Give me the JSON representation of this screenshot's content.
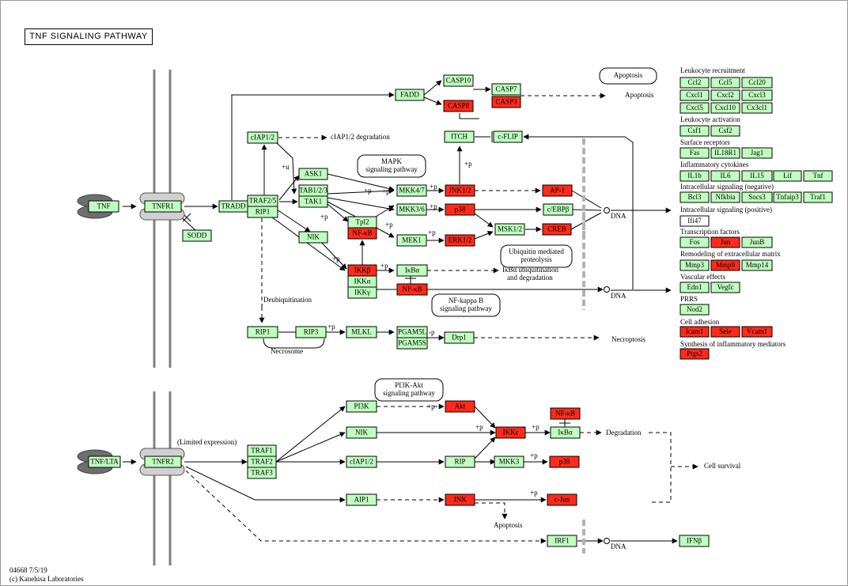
{
  "title": "TNF SIGNALING PATHWAY",
  "credits": {
    "line1": "04668 7/5/19",
    "line2": "(c) Kanehisa Laboratories"
  },
  "colors": {
    "gene": "#bfffbf",
    "highlight": "#ff2a1a",
    "membrane": "#808080",
    "dashed_barrier": "#b3b3b3"
  },
  "genes": {
    "TNF": {
      "label": "TNF",
      "state": "normal"
    },
    "TNFR1": {
      "label": "TNFR1",
      "state": "normal"
    },
    "SODD": {
      "label": "SODD",
      "state": "normal"
    },
    "TRADD": {
      "label": "TRADD",
      "state": "normal"
    },
    "TRAF2_5": {
      "label": "TRAF2/5",
      "state": "normal"
    },
    "RIP1": {
      "label": "RIP1",
      "state": "normal"
    },
    "cIAP1_2_top": {
      "label": "cIAP1/2",
      "state": "normal"
    },
    "FADD": {
      "label": "FADD",
      "state": "normal"
    },
    "CASP10": {
      "label": "CASP10",
      "state": "normal"
    },
    "CASP8": {
      "label": "CASP8",
      "state": "highlight"
    },
    "CASP7": {
      "label": "CASP7",
      "state": "normal"
    },
    "CASP3": {
      "label": "CASP3",
      "state": "highlight"
    },
    "ITCH": {
      "label": "ITCH",
      "state": "normal"
    },
    "cFLIP": {
      "label": "c-FLIP",
      "state": "normal"
    },
    "ASK1": {
      "label": "ASK1",
      "state": "normal"
    },
    "TAB1_2_3": {
      "label": "TAB1/2/3",
      "state": "normal"
    },
    "TAK1": {
      "label": "TAK1",
      "state": "normal"
    },
    "NIK_top": {
      "label": "NIK",
      "state": "normal"
    },
    "Tpl2": {
      "label": "Tpl2",
      "state": "normal"
    },
    "NFkB_top": {
      "label": "NF-κB",
      "state": "highlight"
    },
    "MKK4_7": {
      "label": "MKK4/7",
      "state": "normal"
    },
    "MKK3_6": {
      "label": "MKK3/6",
      "state": "normal"
    },
    "MEK1": {
      "label": "MEK1",
      "state": "normal"
    },
    "JNK1_2": {
      "label": "JNK1/2",
      "state": "highlight"
    },
    "p38_top": {
      "label": "p38",
      "state": "highlight"
    },
    "ERK1_2": {
      "label": "ERK1/2",
      "state": "highlight"
    },
    "AP1": {
      "label": "AP-1",
      "state": "highlight"
    },
    "cEBPb": {
      "label": "c/EBPβ",
      "state": "normal"
    },
    "MSK1_2": {
      "label": "MSK1/2",
      "state": "normal"
    },
    "CREB": {
      "label": "CREB",
      "state": "highlight"
    },
    "IKKb": {
      "label": "IKKβ",
      "state": "highlight"
    },
    "IKKa": {
      "label": "IKKα",
      "state": "normal"
    },
    "IKKg": {
      "label": "IKKγ",
      "state": "normal"
    },
    "IkBa_top": {
      "label": "IκBα",
      "state": "normal"
    },
    "NFkB_mid": {
      "label": "NF-κB",
      "state": "highlight"
    },
    "RIP1_b": {
      "label": "RIP1",
      "state": "normal"
    },
    "RIP3": {
      "label": "RIP3",
      "state": "normal"
    },
    "MLKL": {
      "label": "MLKL",
      "state": "normal"
    },
    "PGAM5L": {
      "label": "PGAM5L",
      "state": "normal"
    },
    "PGAM5S": {
      "label": "PGAM5S",
      "state": "normal"
    },
    "Drp1": {
      "label": "Drp1",
      "state": "normal"
    },
    "TNF_LTA": {
      "label": "TNF/LTA",
      "state": "normal"
    },
    "TNFR2": {
      "label": "TNFR2",
      "state": "normal"
    },
    "TRAF1": {
      "label": "TRAF1",
      "state": "normal"
    },
    "TRAF2": {
      "label": "TRAF2",
      "state": "normal"
    },
    "TRAF3": {
      "label": "TRAF3",
      "state": "normal"
    },
    "PI3K": {
      "label": "PI3K",
      "state": "normal"
    },
    "NIK_bot": {
      "label": "NIK",
      "state": "normal"
    },
    "cIAP1_2_bot": {
      "label": "cIAP1/2",
      "state": "normal"
    },
    "AIP1": {
      "label": "AIP1",
      "state": "normal"
    },
    "Akt": {
      "label": "Akt",
      "state": "highlight"
    },
    "RIP": {
      "label": "RIP",
      "state": "normal"
    },
    "JNK": {
      "label": "JNK",
      "state": "highlight"
    },
    "IKKe": {
      "label": "IKKε",
      "state": "highlight"
    },
    "MKK3": {
      "label": "MKK3",
      "state": "normal"
    },
    "NFkB_bot": {
      "label": "NF-κB",
      "state": "highlight"
    },
    "IkBa_bot": {
      "label": "IκBα",
      "state": "normal"
    },
    "p38_bot": {
      "label": "p38",
      "state": "highlight"
    },
    "cJun": {
      "label": "c-Jun",
      "state": "highlight"
    },
    "IRF1": {
      "label": "IRF1",
      "state": "normal"
    },
    "IFNb": {
      "label": "IFNβ",
      "state": "normal"
    }
  },
  "target_genes": {
    "Ccl2": "normal",
    "Ccl5": "normal",
    "Ccl20": "normal",
    "Cxcl1": "normal",
    "Cxcl2": "normal",
    "Cxcl3": "normal",
    "Cxcl5": "normal",
    "Cxcl10": "normal",
    "Cx3cl1": "normal",
    "Csf1": "normal",
    "Csf2": "normal",
    "Fas": "normal",
    "IL18R1": "normal",
    "Jag1": "normal",
    "IL1b": "normal",
    "IL6": "normal",
    "IL15": "normal",
    "Lif": "normal",
    "Tnf": "normal",
    "Bcl3": "normal",
    "Nfkbia": "normal",
    "Socs3": "normal",
    "Tnfaip3": "normal",
    "Traf1": "normal",
    "Ifi47": "outline",
    "Fos": "normal",
    "Jun": "highlight",
    "JunB": "normal",
    "Mmp3": "normal",
    "Mmp9": "highlight",
    "Mmp14": "normal",
    "Edn1": "normal",
    "Vegfc": "normal",
    "Nod2": "normal",
    "Icam1": "highlight",
    "Sele": "highlight",
    "Vcam1": "highlight",
    "Ptgs2": "highlight"
  },
  "categories": {
    "leukocyte_recruitment": "Leukocyte recruitment",
    "leukocyte_activation": "Leukocyte activation",
    "surface_receptors": "Surface receptors",
    "inflammatory_cytokines": "Inflammatory cytokines",
    "intracellular_negative": "Intracellular signaling (negative)",
    "intracellular_positive": "Intracellular signaling (positive)",
    "transcription_factors": "Transcription factors",
    "remodeling": "Remodeling of extracellular matrix",
    "vascular": "Vascular effects",
    "prrs": "PRRS",
    "cell_adhesion": "Cell adhesion",
    "synthesis": "Synthesis of inflammatory mediators"
  },
  "pathway_maps": {
    "apoptosis": "Apoptosis",
    "mapk": [
      "MAPK",
      "signaling pathway"
    ],
    "ubiquitin": [
      "Ubiquitin mediated",
      "proteolysis"
    ],
    "nfkb": [
      "NF-kappa B",
      "signaling pathway"
    ],
    "pi3k": [
      "PI3K-Akt",
      "signaling pathway"
    ]
  },
  "labels": {
    "apoptosis_top": "Apoptosis",
    "ciap_degradation": "cIAP1/2 degradation",
    "dna1": "DNA",
    "dna2": "DNA",
    "dna3": "DNA",
    "ikba_ubiq": [
      "IκBα ubiquitination",
      "and degradation"
    ],
    "deubiquitination": "Deubiquitination",
    "necrosome": "Necrosome",
    "necroptosis": "Necroptosis",
    "limited_expression": "(Limited expression)",
    "degradation": "Degradation",
    "cell_survival": "Cell survival",
    "apoptosis_bot": "Apoptosis",
    "plus_u": "+u",
    "plus_p": "+p",
    "minus_p": "-p"
  }
}
